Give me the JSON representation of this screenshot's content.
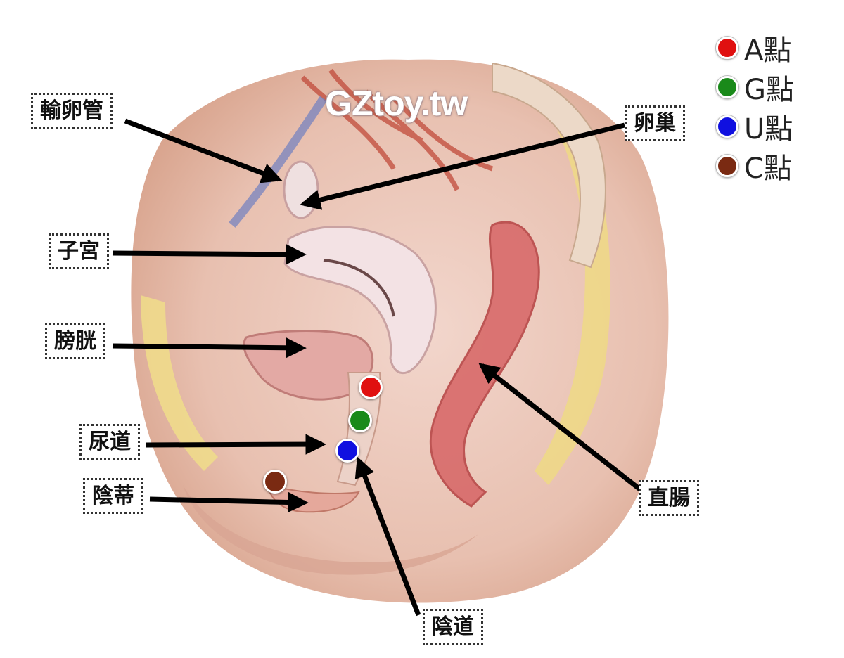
{
  "watermark": "GZtoy.tw",
  "labels": {
    "fallopian_tube": "輸卵管",
    "ovary": "卵巢",
    "uterus": "子宮",
    "bladder": "膀胱",
    "urethra": "尿道",
    "clitoris": "陰蒂",
    "rectum": "直腸",
    "vagina": "陰道"
  },
  "legend": [
    {
      "label": "A點",
      "color": "#e01010"
    },
    {
      "label": "G點",
      "color": "#1a8a1a"
    },
    {
      "label": "U點",
      "color": "#1010e0"
    },
    {
      "label": "C點",
      "color": "#7a2a12"
    }
  ]
}
